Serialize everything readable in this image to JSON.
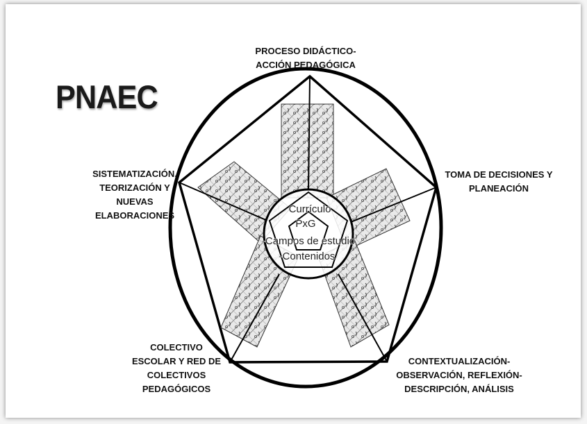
{
  "title": "PNAEC",
  "vertices": {
    "top": [
      "PROCESO DIDÁCTICO-",
      "ACCIÓN PEDAGÓGICA"
    ],
    "right": [
      "TOMA DE DECISIONES Y",
      "PLANEACIÓN"
    ],
    "left": [
      "SISTEMATIZACIÓN,",
      "TEORIZACIÓN Y",
      "NUEVAS",
      "ELABORACIONES"
    ],
    "bottom_left": [
      "COLECTIVO",
      "ESCOLAR Y RED DE",
      "COLECTIVOS",
      "PEDAGÓGICOS"
    ],
    "bottom_right": [
      "CONTEXTUALIZACIÓN-",
      "OBSERVACIÓN, REFLEXIÓN-",
      "DESCRIPCIÓN, ANÁLISIS"
    ]
  },
  "center": [
    "Currículo",
    "PxG",
    "-Campos de estudio",
    "-Contenidos"
  ]
}
